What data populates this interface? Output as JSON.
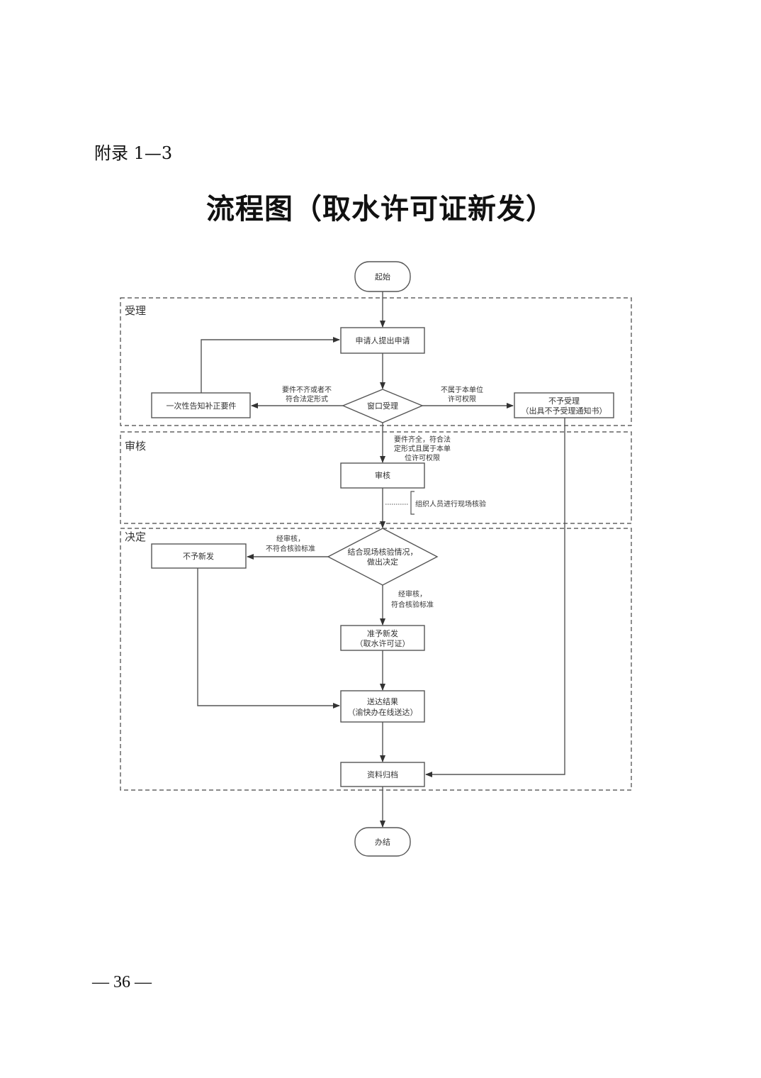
{
  "header": {
    "appendix_label": "附录 1—3",
    "title": "流程图（取水许可证新发）"
  },
  "footer": {
    "page_number": "— 36 —"
  },
  "diagram": {
    "lanes": [
      {
        "id": "accept",
        "label": "受理"
      },
      {
        "id": "review",
        "label": "审核"
      },
      {
        "id": "decide",
        "label": "决定"
      }
    ],
    "nodes": {
      "start": {
        "label": "起始"
      },
      "apply": {
        "label": "申请人提出申请"
      },
      "window": {
        "label": "窗口受理"
      },
      "notify": {
        "label": "一次性告知补正要件"
      },
      "reject_accept": {
        "line1": "不予受理",
        "line2": "（出具不予受理通知书）"
      },
      "review": {
        "label": "审核"
      },
      "decision": {
        "line1": "结合现场核验情况，",
        "line2": "做出决定"
      },
      "deny": {
        "label": "不予新发"
      },
      "approve": {
        "line1": "准予新发",
        "line2": "（取水许可证）"
      },
      "deliver": {
        "line1": "送达结果",
        "line2": "（渝快办在线送达）"
      },
      "archive": {
        "label": "资料归档"
      },
      "end": {
        "label": "办结"
      }
    },
    "edge_labels": {
      "incomplete": {
        "line1": "要件不齐或者不",
        "line2": "符合法定形式"
      },
      "out_of_scope": {
        "line1": "不属于本单位",
        "line2": "许可权限"
      },
      "complete": {
        "line1": "要件齐全，符合法",
        "line2": "定形式且属于本单",
        "line3": "位许可权限"
      },
      "fail": {
        "line1": "经审核，",
        "line2": "不符合核验标准"
      },
      "pass": {
        "line1": "经审核，",
        "line2": "符合核验标准"
      }
    },
    "annotation": {
      "label": "组织人员进行现场核验"
    }
  }
}
